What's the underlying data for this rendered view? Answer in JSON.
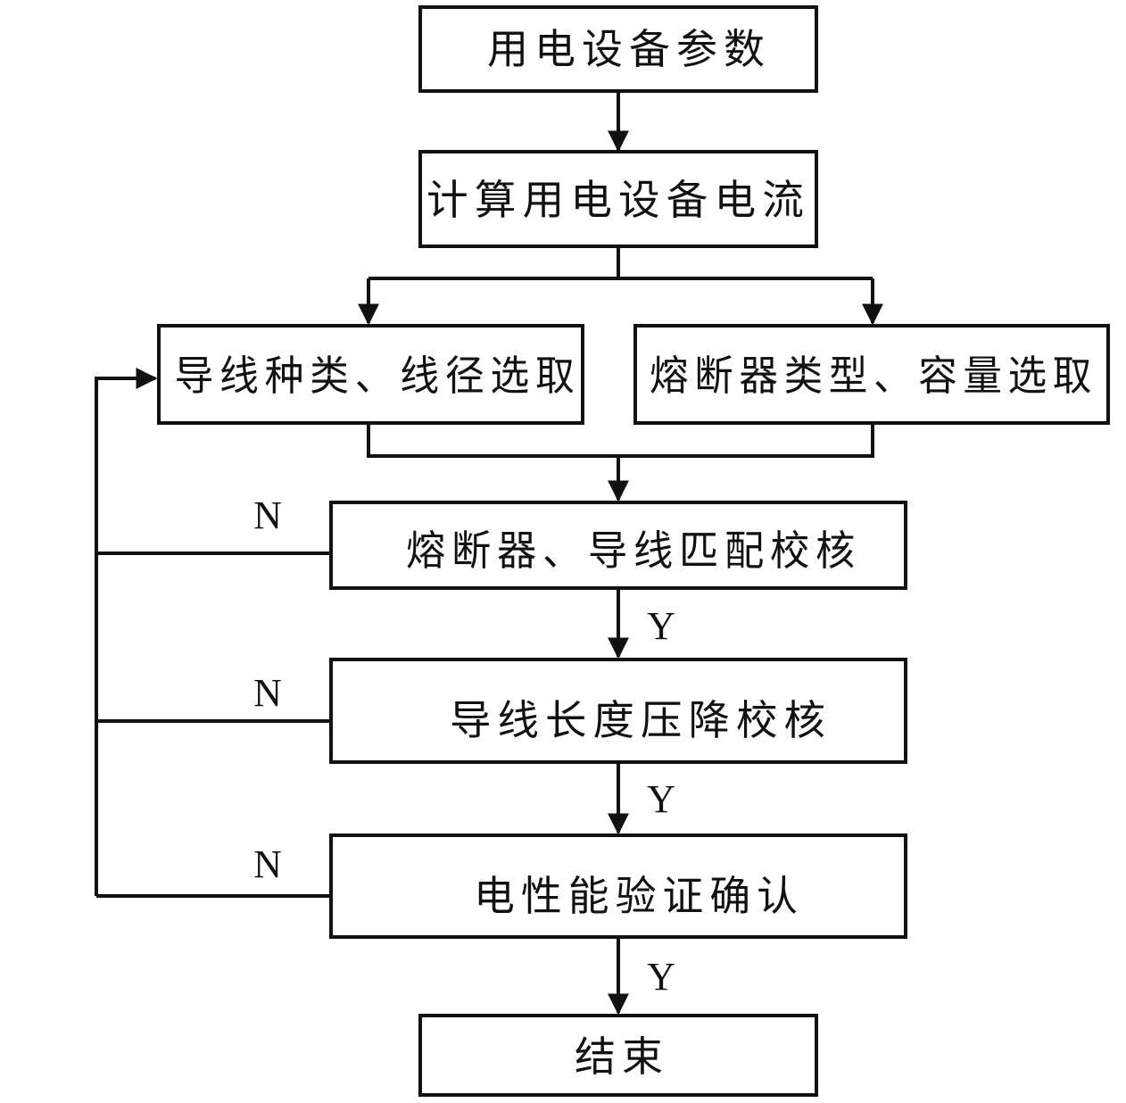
{
  "diagram": {
    "nodes": {
      "device_params": "用电设备参数",
      "calc_current": "计算用电设备电流",
      "wire_select": "导线种类、线径选取",
      "fuse_select": "熔断器类型、容量选取",
      "match_check": "熔断器、导线匹配校核",
      "voltage_drop_check": "导线长度压降校核",
      "electrical_verify": "电性能验证确认",
      "end": "结束"
    },
    "labels": {
      "match_check_yes": "Y",
      "match_check_no": "N",
      "voltage_drop_yes": "Y",
      "voltage_drop_no": "N",
      "electrical_verify_yes": "Y",
      "electrical_verify_no": "N"
    },
    "colors": {
      "stroke": "#111111",
      "fill": "#ffffff",
      "text": "#111111"
    }
  }
}
